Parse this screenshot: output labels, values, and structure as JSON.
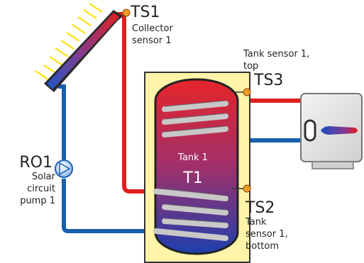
{
  "labels": {
    "ts1": {
      "id": "TS1",
      "desc_line1": "Collector",
      "desc_line2": "sensor 1"
    },
    "ts3": {
      "id": "TS3",
      "desc_line1": "Tank sensor 1,",
      "desc_line2": "top"
    },
    "ts2": {
      "id": "TS2",
      "desc_line1": "Tank",
      "desc_line2": "sensor 1,",
      "desc_line3": "bottom"
    },
    "ro1": {
      "id": "RO1",
      "desc_line1": "Solar",
      "desc_line2": "circuit",
      "desc_line3": "pump 1"
    },
    "tank": {
      "name": "Tank 1",
      "id": "T1"
    }
  },
  "colors": {
    "hot_pipe": "#e02020",
    "cold_pipe": "#1a5fb0",
    "sensor": "#f39b2a",
    "tank_housing": "#fff4a8",
    "tank_outline": "#333333",
    "coil": "#c8c8c8",
    "sun_rays": "#ffe100"
  },
  "icons": {
    "collector": "solar-collector-icon",
    "pump": "pump-icon",
    "boiler": "auxiliary-heater-icon",
    "sensor": "temperature-sensor-icon"
  }
}
